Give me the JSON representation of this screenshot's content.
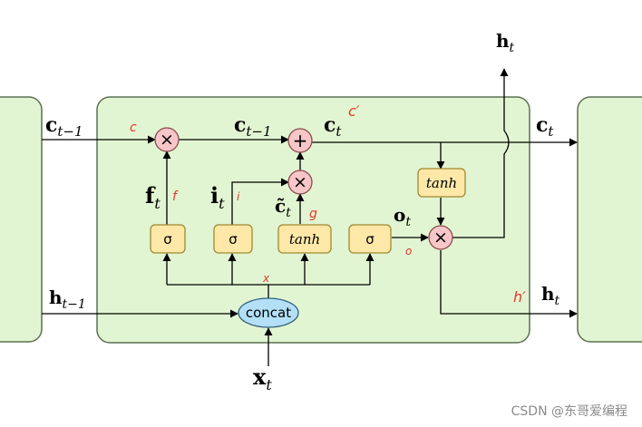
{
  "diagram": {
    "inputs": {
      "c_prev": {
        "base": "c",
        "sub": "t−1"
      },
      "c_prev_inner": {
        "base": "c",
        "sub": "t−1"
      },
      "h_prev": {
        "base": "h",
        "sub": "t−1"
      },
      "x": {
        "base": "x",
        "sub": "t"
      }
    },
    "outputs": {
      "c": {
        "base": "c",
        "sub": "t"
      },
      "c_inner": {
        "base": "c",
        "sub": "t"
      },
      "h_top": {
        "base": "h",
        "sub": "t"
      },
      "h_right": {
        "base": "h",
        "sub": "t"
      }
    },
    "gates": {
      "f": {
        "base": "f",
        "sub": "t",
        "activation": "σ"
      },
      "i": {
        "base": "i",
        "sub": "t",
        "activation": "σ"
      },
      "c_tilde": {
        "base": "c̃",
        "sub": "t",
        "activation": "tanh"
      },
      "o": {
        "base": "o",
        "sub": "t",
        "activation": "σ"
      }
    },
    "cell_tanh": "tanh",
    "concat_label": "concat",
    "operators": {
      "multiply": "×",
      "add": "+"
    },
    "annotations": {
      "c_prev": "c",
      "c_new": "c′",
      "f": "f",
      "i": "i",
      "g": "g",
      "o": "o",
      "x": "x",
      "h": "h′"
    },
    "colors": {
      "cell_fill": "#e2f5d2",
      "cell_stroke": "#5b7050",
      "gate_fill": "#fde8a8",
      "gate_stroke": "#a08830",
      "op_fill": "#f7c6c9",
      "op_stroke": "#8a4a4a",
      "concat_fill": "#b3e0f7",
      "concat_stroke": "#2f5f7a",
      "annotation": "#e0392c"
    }
  },
  "watermark": "CSDN @东哥爱编程"
}
